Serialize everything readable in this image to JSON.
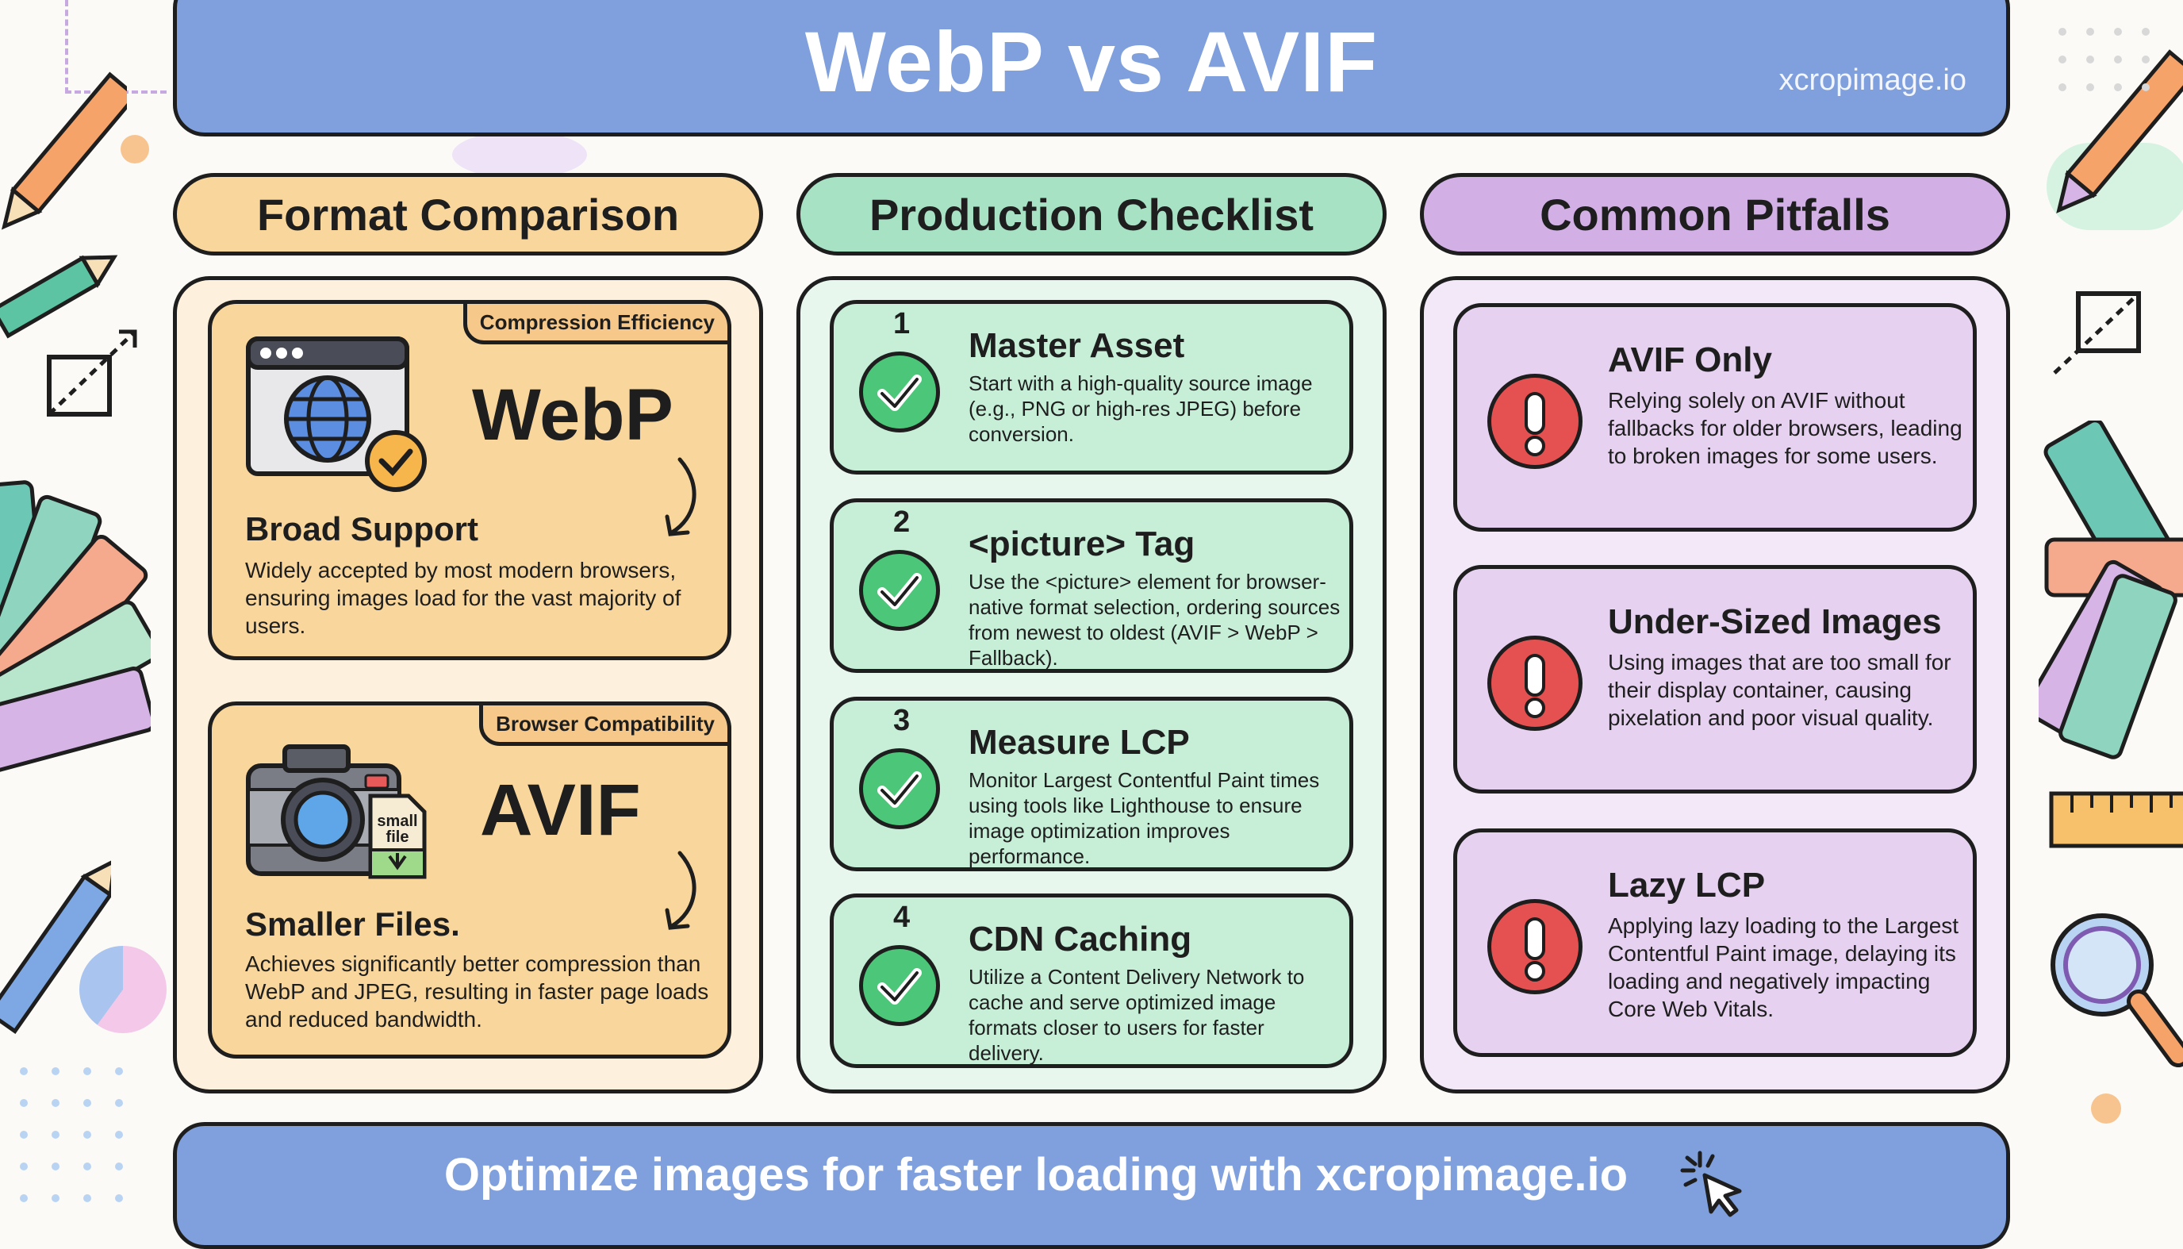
{
  "header": {
    "title": "WebP vs AVIF",
    "brand": "xcropimage.io"
  },
  "columns": {
    "format": {
      "title": "Format Comparison",
      "cards": [
        {
          "tab": "Compression Efficiency",
          "name": "WebP",
          "subtitle": "Broad Support",
          "description": "Widely accepted by most modern browsers, ensuring images load for the vast majority of users.",
          "icon": "browser-globe-icon"
        },
        {
          "tab": "Browser Compatibility",
          "name": "AVIF",
          "subtitle": "Smaller Files.",
          "description": "Achieves significantly better compression than WebP and JPEG, resulting in faster page loads and reduced bandwidth.",
          "icon": "camera-file-icon",
          "file_label_1": "small",
          "file_label_2": "file"
        }
      ]
    },
    "checklist": {
      "title": "Production Checklist",
      "items": [
        {
          "number": "1",
          "title": "Master Asset",
          "description": "Start with a high-quality source image (e.g., PNG or high-res JPEG) before conversion."
        },
        {
          "number": "2",
          "title": "<picture> Tag",
          "description": "Use the <picture> element for browser-native format selection, ordering sources from newest to oldest (AVIF > WebP > Fallback)."
        },
        {
          "number": "3",
          "title": "Measure LCP",
          "description": "Monitor Largest Contentful Paint times using tools like Lighthouse to ensure image optimization improves performance."
        },
        {
          "number": "4",
          "title": "CDN Caching",
          "description": "Utilize a Content Delivery Network to cache and serve optimized image formats closer to users for faster delivery."
        }
      ]
    },
    "pitfalls": {
      "title": "Common Pitfalls",
      "items": [
        {
          "title": "AVIF Only",
          "description": "Relying solely on AVIF without fallbacks for older browsers, leading to broken images for some users."
        },
        {
          "title": "Under-Sized Images",
          "description": "Using images that are too small for their display container, causing pixelation and poor visual quality."
        },
        {
          "title": "Lazy LCP",
          "description": "Applying lazy loading to the Largest Contentful Paint image, delaying its loading and negatively impacting Core Web Vitals."
        }
      ]
    }
  },
  "footer": {
    "text": "Optimize images for faster loading with xcropimage.io"
  },
  "colors": {
    "header_blue": "#7fa0dc",
    "format_orange": "#f9d79c",
    "checklist_green": "#c7efd8",
    "pitfalls_purple": "#e6d1f0",
    "check_green": "#4cc77a",
    "alert_red": "#e55151"
  }
}
